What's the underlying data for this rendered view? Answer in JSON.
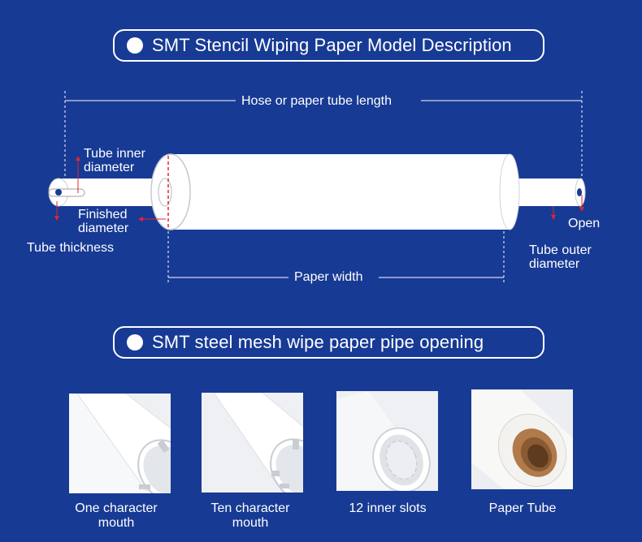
{
  "section1": {
    "title": "SMT Stencil Wiping Paper Model Description"
  },
  "section2": {
    "title": "SMT steel mesh wipe paper pipe opening"
  },
  "diagram": {
    "labels": {
      "hose_length": "Hose or paper tube length",
      "tube_inner_diameter_line1": "Tube inner",
      "tube_inner_diameter_line2": "diameter",
      "finished_diameter_line1": "Finished",
      "finished_diameter_line2": "diameter",
      "tube_thickness": "Tube thickness",
      "open": "Open",
      "tube_outer_diameter_line1": "Tube outer",
      "tube_outer_diameter_line2": "diameter",
      "paper_width": "Paper width"
    }
  },
  "openings": [
    {
      "caption_line1": "One character",
      "caption_line2": "mouth",
      "icon": "one-slot-tube"
    },
    {
      "caption_line1": "Ten character",
      "caption_line2": "mouth",
      "icon": "cross-slot-tube"
    },
    {
      "caption_line1": "12 inner slots",
      "caption_line2": "",
      "icon": "inner-slots-tube"
    },
    {
      "caption_line1": "Paper Tube",
      "caption_line2": "",
      "icon": "paper-tube"
    }
  ],
  "colors": {
    "background": "#173a94",
    "accent_red": "#e0262f",
    "white": "#ffffff"
  }
}
